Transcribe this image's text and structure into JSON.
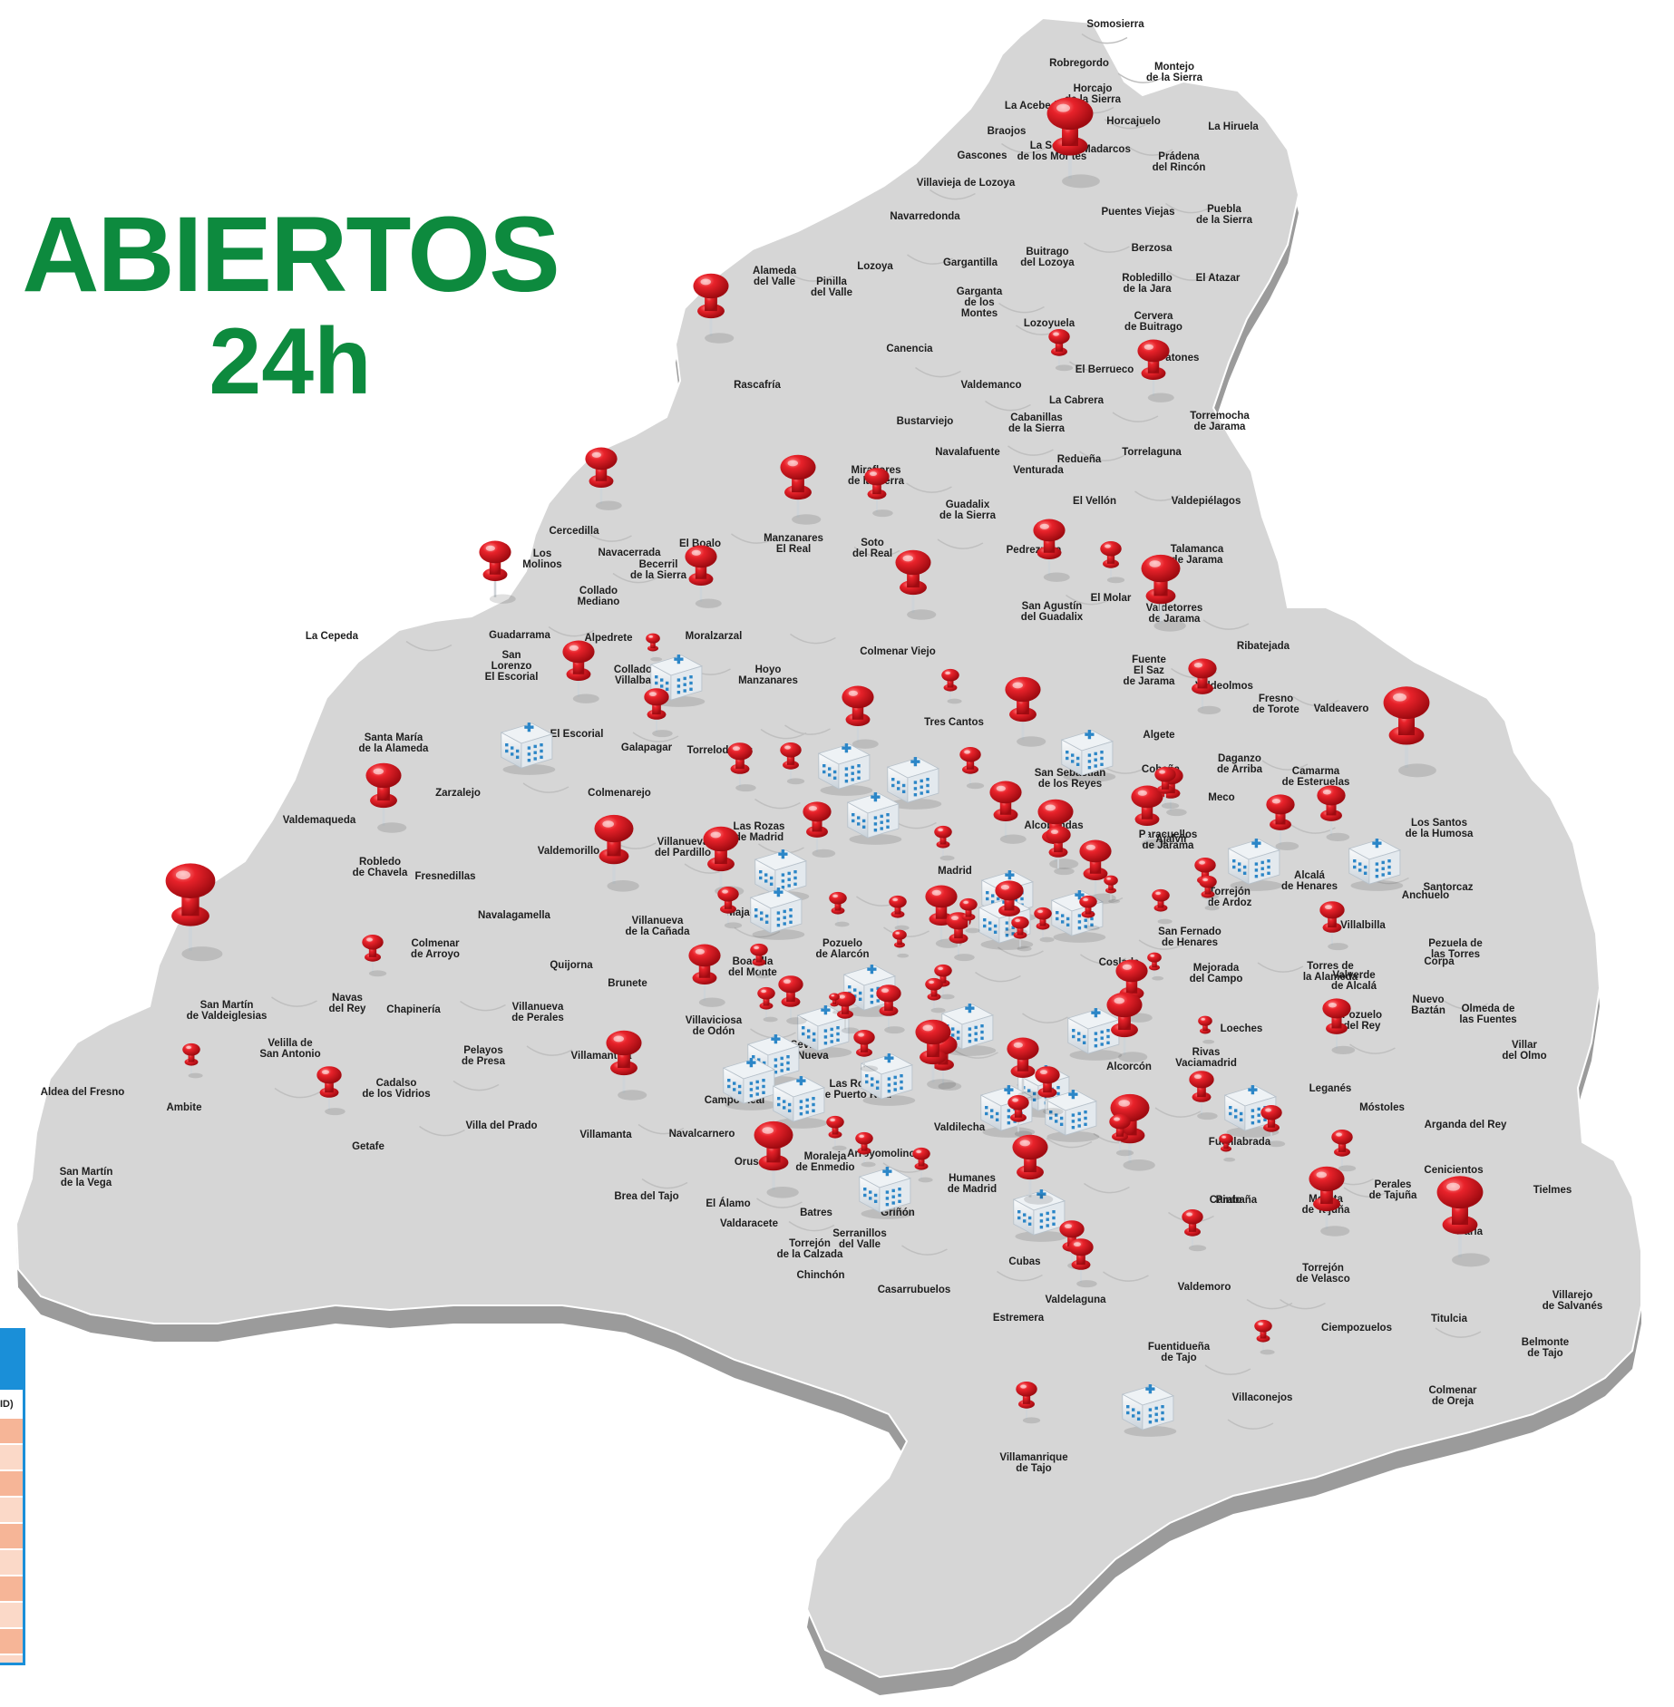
{
  "title": {
    "line1": "ABIERTOS",
    "line2": "24h"
  },
  "legend_fragment": {
    "visible_text": "ID)"
  },
  "colors": {
    "title_green": "#0d8a3e",
    "pin_red": "#e0141b",
    "map_gray": "#d2d2d2",
    "legend_blue": "#1a8fd8"
  },
  "icons": {
    "pin": "red-pushpin-icon",
    "hospital": "hospital-building-icon"
  },
  "places": [
    {
      "name": "Somosierra"
    },
    {
      "name": "Robregordo"
    },
    {
      "name": "Montejo\nde la Sierra"
    },
    {
      "name": "Horcajo\nde la Sierra"
    },
    {
      "name": "La Acebeda"
    },
    {
      "name": "Horcajuelo"
    },
    {
      "name": "La Hiruela"
    },
    {
      "name": "Braojos"
    },
    {
      "name": "Gascones"
    },
    {
      "name": "La Serna\nde los Montes"
    },
    {
      "name": "Madarcos"
    },
    {
      "name": "Prádena\ndel Rincón"
    },
    {
      "name": "Villavieja de Lozoya"
    },
    {
      "name": "Navarredonda"
    },
    {
      "name": "Puentes Viejas"
    },
    {
      "name": "Puebla\nde la Sierra"
    },
    {
      "name": "Berzosa"
    },
    {
      "name": "Buitrago\ndel Lozoya"
    },
    {
      "name": "Gargantilla"
    },
    {
      "name": "Lozoya"
    },
    {
      "name": "Alameda\ndel Valle"
    },
    {
      "name": "Pinilla\ndel Valle"
    },
    {
      "name": "Robledillo\nde la Jara"
    },
    {
      "name": "El Atazar"
    },
    {
      "name": "Garganta\nde los\nMontes"
    },
    {
      "name": "Lozoyuela"
    },
    {
      "name": "Cervera\nde Buitrago"
    },
    {
      "name": "Canencia"
    },
    {
      "name": "Rascafría"
    },
    {
      "name": "El Berrueco"
    },
    {
      "name": "Patones"
    },
    {
      "name": "Valdemanco"
    },
    {
      "name": "La Cabrera"
    },
    {
      "name": "Bustarviejo"
    },
    {
      "name": "Cabanillas\nde la Sierra"
    },
    {
      "name": "Torremocha\nde Jarama"
    },
    {
      "name": "Navalafuente"
    },
    {
      "name": "Redueña"
    },
    {
      "name": "Torrelaguna"
    },
    {
      "name": "Venturada"
    },
    {
      "name": "Miraflores\nde la Sierra"
    },
    {
      "name": "Guadalix\nde la Sierra"
    },
    {
      "name": "El Vellón"
    },
    {
      "name": "Valdepiélagos"
    },
    {
      "name": "Cercedilla"
    },
    {
      "name": "Navacerrada"
    },
    {
      "name": "El Boalo"
    },
    {
      "name": "Manzanares\nEl Real"
    },
    {
      "name": "Soto\ndel Real"
    },
    {
      "name": "Pedrezuela"
    },
    {
      "name": "Talamanca\nde Jarama"
    },
    {
      "name": "Los\nMolinos"
    },
    {
      "name": "Becerril\nde la Sierra"
    },
    {
      "name": "Collado\nMediano"
    },
    {
      "name": "El Molar"
    },
    {
      "name": "San Agustín\ndel Guadalix"
    },
    {
      "name": "Guadarrama"
    },
    {
      "name": "Alpedrete"
    },
    {
      "name": "Moralzarzal"
    },
    {
      "name": "Colmenar Viejo"
    },
    {
      "name": "Valdetorres\nde Jarama"
    },
    {
      "name": "Ribatejada"
    },
    {
      "name": "La Cepeda"
    },
    {
      "name": "San\nLorenzo\nEl Escorial"
    },
    {
      "name": "Collado\nVillalba"
    },
    {
      "name": "Hoyo\nManzanares"
    },
    {
      "name": "Fuente\nEl Saz\nde Jarama"
    },
    {
      "name": "Valdeolmos"
    },
    {
      "name": "Fresno\nde Torote"
    },
    {
      "name": "Valdeavero"
    },
    {
      "name": "Tres Cantos"
    },
    {
      "name": "Galapagar"
    },
    {
      "name": "Torrelodones"
    },
    {
      "name": "El Escorial"
    },
    {
      "name": "Algete"
    },
    {
      "name": "Santa María\nde la Alameda"
    },
    {
      "name": "Zarzalejo"
    },
    {
      "name": "Colmenarejo"
    },
    {
      "name": "San Sebastián\nde los Reyes"
    },
    {
      "name": "Cobeña"
    },
    {
      "name": "Daganzo\nde Arriba"
    },
    {
      "name": "Camarma\nde Esteruelas"
    },
    {
      "name": "Meco"
    },
    {
      "name": "Valdemaqueda"
    },
    {
      "name": "Las Rozas\nde Madrid"
    },
    {
      "name": "Alcobendas"
    },
    {
      "name": "Ajalvir"
    },
    {
      "name": "Los Santos\nde la Humosa"
    },
    {
      "name": "Valdemorillo"
    },
    {
      "name": "Villanueva\ndel Pardillo"
    },
    {
      "name": "Paracuellos\nde Jarama"
    },
    {
      "name": "Robledo\nde Chavela"
    },
    {
      "name": "Fresnedillas"
    },
    {
      "name": "Madrid"
    },
    {
      "name": "Alcalá\nde Henares"
    },
    {
      "name": "Santorcaz"
    },
    {
      "name": "Anchuelo"
    },
    {
      "name": "Majadahonda"
    },
    {
      "name": "Torrejón\nde Ardoz"
    },
    {
      "name": "Navalagamella"
    },
    {
      "name": "Villanueva\nde la Cañada"
    },
    {
      "name": "Pozuelo\nde Alarcón"
    },
    {
      "name": "Villalbilla"
    },
    {
      "name": "Colmenar\nde Arroyo"
    },
    {
      "name": "San Fernado\nde Henares"
    },
    {
      "name": "Coslada"
    },
    {
      "name": "Pezuela de\nlas Torres"
    },
    {
      "name": "Quijorna"
    },
    {
      "name": "Boadilla\ndel Monte"
    },
    {
      "name": "Corpa"
    },
    {
      "name": "Mejorada\ndel Campo"
    },
    {
      "name": "Torres de\nla Alameda"
    },
    {
      "name": "Brunete"
    },
    {
      "name": "Valverde\nde Alcalá"
    },
    {
      "name": "San Martín\nde Valdeiglesias"
    },
    {
      "name": "Navas\ndel Rey"
    },
    {
      "name": "Chapinería"
    },
    {
      "name": "Villanueva\nde Perales"
    },
    {
      "name": "Nuevo\nBaztán"
    },
    {
      "name": "Olmeda de\nlas Fuentes"
    },
    {
      "name": "Pozuelo\ndel Rey"
    },
    {
      "name": "Villaviciosa\nde Odón"
    },
    {
      "name": "Loeches"
    },
    {
      "name": "Velilla de\nSan Antonio"
    },
    {
      "name": "Pelayos\nde Presa"
    },
    {
      "name": "Villamantilla"
    },
    {
      "name": "Sevilla\nla Nueva"
    },
    {
      "name": "Alcorcón"
    },
    {
      "name": "Rivas\nVaciamadrid"
    },
    {
      "name": "Villar\ndel Olmo"
    },
    {
      "name": "Ambite"
    },
    {
      "name": "Cadalso\nde los Vidrios"
    },
    {
      "name": "Aldea del Fresno"
    },
    {
      "name": "Las Rozas\nde Puerto Real"
    },
    {
      "name": "Leganés"
    },
    {
      "name": "Campo Real"
    },
    {
      "name": "Móstoles"
    },
    {
      "name": "Valdilecha"
    },
    {
      "name": "Getafe"
    },
    {
      "name": "Villa del Prado"
    },
    {
      "name": "Villamanta"
    },
    {
      "name": "Navalcarnero"
    },
    {
      "name": "Arroyomolinos"
    },
    {
      "name": "Fuenlabrada"
    },
    {
      "name": "Arganda del Rey"
    },
    {
      "name": "Orusco"
    },
    {
      "name": "Moraleja\nde Enmedio"
    },
    {
      "name": "Humanes\nde Madrid"
    },
    {
      "name": "Pinto"
    },
    {
      "name": "San Martín\nde la Vega"
    },
    {
      "name": "Cenicientos"
    },
    {
      "name": "Carabaña"
    },
    {
      "name": "Morata\nde Tajuña"
    },
    {
      "name": "Perales\nde Tajuña"
    },
    {
      "name": "Tielmes"
    },
    {
      "name": "Brea del Tajo"
    },
    {
      "name": "El Álamo"
    },
    {
      "name": "Batres"
    },
    {
      "name": "Griñón"
    },
    {
      "name": "Parla"
    },
    {
      "name": "Valdaracete"
    },
    {
      "name": "Serranillos\ndel Valle"
    },
    {
      "name": "Torrejón\nde la Calzada"
    },
    {
      "name": "Cubas"
    },
    {
      "name": "Valdemoro"
    },
    {
      "name": "Chinchón"
    },
    {
      "name": "Casarrubuelos"
    },
    {
      "name": "Torrejón\nde Velasco"
    },
    {
      "name": "Valdelaguna"
    },
    {
      "name": "Titulcia"
    },
    {
      "name": "Villarejo\nde Salvanés"
    },
    {
      "name": "Estremera"
    },
    {
      "name": "Ciempozuelos"
    },
    {
      "name": "Belmonte\nde Tajo"
    },
    {
      "name": "Fuentidueña\nde Tajo"
    },
    {
      "name": "Villaconejos"
    },
    {
      "name": "Colmenar\nde Oreja"
    },
    {
      "name": "Villamanrique\nde Tajo"
    },
    {
      "name": "Aranjuez"
    }
  ]
}
